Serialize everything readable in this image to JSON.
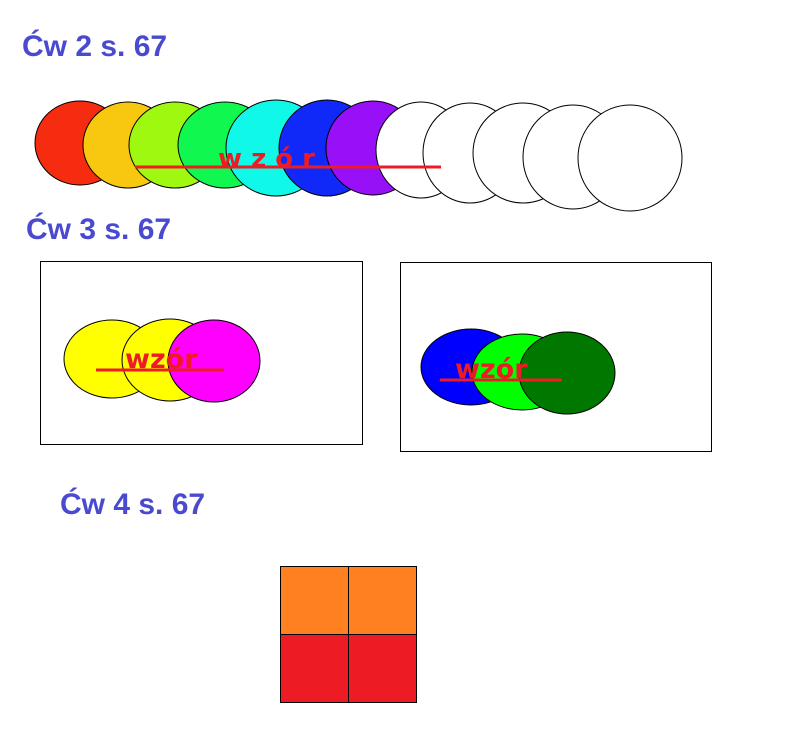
{
  "headings": [
    "Ćw 2 s. 67",
    "Ćw 3 s. 67",
    "Ćw 4 s. 67"
  ],
  "heading_color": "#4a4ad0",
  "pattern_label_spaced": "w z ó r",
  "pattern_label": "wzór",
  "pattern_color": "#ed1c24",
  "exercise2": {
    "circle_colors": [
      "#f62c10",
      "#f8c810",
      "#9ef810",
      "#10f850",
      "#10f8e8",
      "#1028f8",
      "#9810f8",
      "#ffffff",
      "#ffffff",
      "#ffffff",
      "#ffffff",
      "#ffffff"
    ]
  },
  "exercise3": {
    "left_box_colors": [
      "#ffff00",
      "#ffff00",
      "#ff00ff"
    ],
    "right_box_colors": [
      "#0000ff",
      "#00ff00",
      "#007800"
    ]
  },
  "exercise4": {
    "grid_colors": [
      "#ff8020",
      "#ff8020",
      "#ed1c24",
      "#ed1c24"
    ]
  }
}
